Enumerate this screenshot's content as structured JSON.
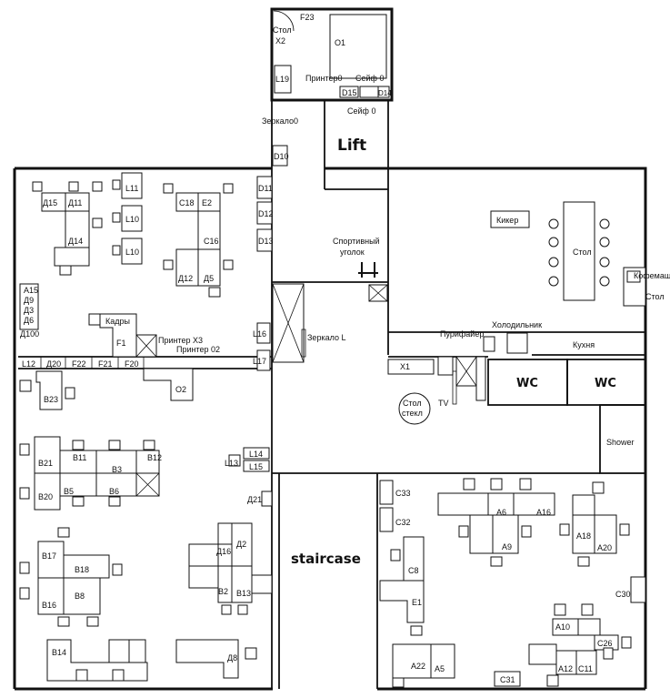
{
  "labels": {
    "lift": "Lift",
    "staircase": "staircase",
    "wc_1": "WC",
    "wc_2": "WC",
    "shower": "Shower",
    "kitchen": "Кухня",
    "kicker": "Кикер",
    "table": "Стол",
    "coffee": "Кофемаш",
    "coffee_table": "Стол",
    "purifier": "Пурифайер",
    "fridge": "Холодильник",
    "sport_1": "Спортивный",
    "sport_2": "уголок",
    "mirror_l": "Зеркало L",
    "mirror_0": "Зеркало0",
    "glass_table_1": "Стол",
    "glass_table_2": "стекл",
    "tv": "TV",
    "printer_top": "Принтер0",
    "safe_top": "Сейф 0",
    "safe_bottom": "Сейф 0",
    "table_x2_1": "Стол",
    "table_x2_2": "X2",
    "printer_x3": "Принтер X3",
    "printer_02": "Принтер 02",
    "kadry": "Кадры"
  },
  "desks": {
    "F23": "F23",
    "O1": "O1",
    "L19": "L19",
    "D15": "D15",
    "D14": "D14",
    "D10": "D10",
    "D11b": "D11",
    "D12": "D12",
    "D13": "D13",
    "Д15": "Д15",
    "Д11": "Д11",
    "Д14": "Д14",
    "L11": "L11",
    "L10a": "L10",
    "L10b": "L10",
    "C18": "C18",
    "E2": "E2",
    "C16": "C16",
    "Д12": "Д12",
    "Д5": "Д5",
    "A15": "A15",
    "Д9": "Д9",
    "Д3": "Д3",
    "Д6": "Д6",
    "Д100": "Д100",
    "F1": "F1",
    "L12": "L12",
    "Д20": "Д20",
    "F22": "F22",
    "F21": "F21",
    "F20": "F20",
    "O2": "O2",
    "B23": "B23",
    "L16": "L16",
    "L17": "L17",
    "X1": "X1",
    "B21": "B21",
    "B11": "B11",
    "B12": "B12",
    "B3": "B3",
    "B20": "B20",
    "B5": "B5",
    "B6": "B6",
    "L13": "L13",
    "L14": "L14",
    "L15": "L15",
    "Д21": "Д21",
    "B17": "B17",
    "B18": "B18",
    "B16": "B16",
    "B8": "B8",
    "Д16": "Д16",
    "Д2": "Д2",
    "B2": "B2",
    "B13": "B13",
    "B14": "B14",
    "Д8": "Д8",
    "C33": "C33",
    "C32": "C32",
    "C8": "C8",
    "E1": "E1",
    "A6": "A6",
    "A16": "A16",
    "A9": "A9",
    "A18": "A18",
    "A20": "A20",
    "C30": "C30",
    "A10": "A10",
    "C26": "C26",
    "A22": "A22",
    "A5": "A5",
    "C31": "C31",
    "A12": "A12",
    "C11": "C11"
  }
}
